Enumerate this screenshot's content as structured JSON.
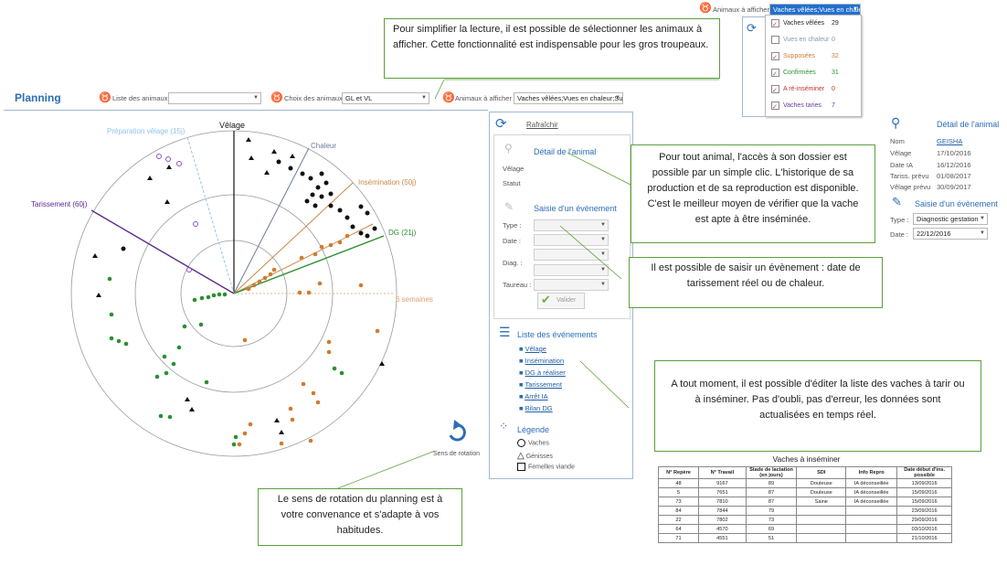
{
  "header": {
    "title": "Planning",
    "liste_label": "Liste des animaux",
    "liste_value": "",
    "choix_label": "Choix des animaux",
    "choix_value": "GL et VL",
    "afficher_label": "Animaux à afficher",
    "afficher_value": "Vaches vêlées;Vues en chaleur;Su"
  },
  "dropdown": {
    "label": "Animaux à afficher",
    "value": "Vaches vêlées;Vues en chaleur;Su",
    "items": [
      {
        "label": "Vaches vêlées",
        "count": "29",
        "checked": true,
        "color": "#222222"
      },
      {
        "label": "Vues en chaleur",
        "count": "0",
        "checked": false,
        "color": "#8899aa"
      },
      {
        "label": "Supposées",
        "count": "32",
        "checked": true,
        "color": "#d07a30"
      },
      {
        "label": "Confirmées",
        "count": "31",
        "checked": true,
        "color": "#2a9030"
      },
      {
        "label": "A ré-inséminer",
        "count": "0",
        "checked": true,
        "color": "#c03030"
      },
      {
        "label": "Vaches taries",
        "count": "7",
        "checked": true,
        "color": "#6a3a9a"
      }
    ]
  },
  "chart": {
    "velage": "Vêlage",
    "prep_velage": "Préparation vêlage (15j)",
    "chaleur": "Chaleur",
    "insemination": "Insémination (50j)",
    "dg": "DG (21j)",
    "tarissement": "Tarissement (60j)",
    "six_semaines": "6 semaines",
    "sens_rotation": "Sens de rotation"
  },
  "side_panel": {
    "rafraichir": "Rafraîchir",
    "detail_title": "Détail de l'animal",
    "velage_label": "Vêlage",
    "statut_label": "Statut",
    "saisie_title": "Saisie d'un évènement",
    "type_label": "Type :",
    "date_label": "Date :",
    "diag_label": "Diag. :",
    "taureau_label": "Taureau :",
    "valider": "Valider",
    "liste_title": "Liste des événements",
    "events": [
      "Vêlage",
      "Insémination",
      "DG à réaliser",
      "Tarissement",
      "Arrêt IA",
      "Bilan DG"
    ],
    "legende_title": "Légende",
    "legend": [
      "Vaches",
      "Génisses",
      "Femelles viande"
    ]
  },
  "detail_right": {
    "title": "Détail de l'animal",
    "rows": [
      {
        "label": "Nom",
        "value": "GEISHA"
      },
      {
        "label": "Vêlage",
        "value": "17/10/2016"
      },
      {
        "label": "Date IA",
        "value": "16/12/2016"
      },
      {
        "label": "Tariss. prévu",
        "value": "01/08/2017"
      },
      {
        "label": "Vêlage prévu",
        "value": "30/09/2017"
      }
    ],
    "saisie_title": "Saisie d'un évènement",
    "type_label": "Type :",
    "type_value": "Diagnostic gestation",
    "date_label": "Date :",
    "date_value": "22/12/2016"
  },
  "callouts": {
    "c1": "Pour simplifier la lecture, il est possible de sélectionner les animaux à  afficher. Cette fonctionnalité est indispensable pour les gros troupeaux.",
    "c2": "Pour tout animal, l'accès à son dossier est possible par un simple clic. L'historique de sa production et de sa reproduction est disponible. C'est le meilleur moyen de vérifier que la vache est apte à être inséminée.",
    "c3": "Il est possible de saisir un évènement : date de tarissement réel ou de chaleur.",
    "c4": "A tout moment, il est possible d'éditer la liste des vaches à tarir ou à inséminer. Pas d'oubli, pas d'erreur, les données sont actualisées en temps réel.",
    "c5": "Le sens de rotation du planning  est à votre convenance et s'adapte à vos habitudes."
  },
  "table": {
    "title": "Vaches à inséminer",
    "headers": [
      "N° Repère",
      "N° Travail",
      "Stade de lactation (en jours)",
      "SDI",
      "Info Repro",
      "Date début d'ins. possible"
    ],
    "rows": [
      [
        "48",
        "9167",
        "89",
        "Douteuse",
        "IA déconseillée",
        "13/09/2016"
      ],
      [
        "5",
        "7651",
        "87",
        "Douteuse",
        "IA déconseillée",
        "15/09/2016"
      ],
      [
        "73",
        "7810",
        "87",
        "Saine",
        "IA déconseillée",
        "15/09/2016"
      ],
      [
        "84",
        "7844",
        "79",
        "",
        "",
        "23/09/2016"
      ],
      [
        "22",
        "7802",
        "73",
        "",
        "",
        "29/09/2016"
      ],
      [
        "64",
        "4570",
        "69",
        "",
        "",
        "03/10/2016"
      ],
      [
        "71",
        "4551",
        "51",
        "",
        "",
        "21/10/2016"
      ]
    ]
  },
  "colors": {
    "accent": "#2c6db5",
    "callout_border": "#5aa03c",
    "green": "#2a9030",
    "orange": "#d07a30",
    "purple": "#6a3a9a"
  }
}
